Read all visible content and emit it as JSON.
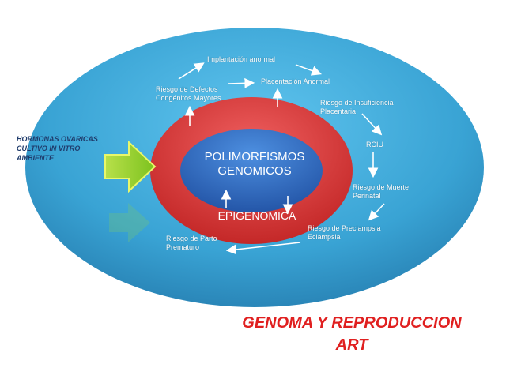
{
  "side_labels": [
    "HORMONAS OVARICAS",
    "CULTIVO IN VITRO",
    "AMBIENTE"
  ],
  "core": {
    "line1": "POLIMORFISMOS",
    "line2": "GENOMICOS"
  },
  "ring_label": "EPIGENOMICA",
  "outcomes": {
    "implantacion": "Implantación anormal",
    "placentacion": "Placentación Anormal",
    "defectos_1": "Riesgo de Defectos",
    "defectos_2": "Congénitos Mayores",
    "insuficiencia_1": "Riesgo de Insuficiencia",
    "insuficiencia_2": "Placentaria",
    "rciu": "RCIU",
    "muerte_1": "Riesgo de Muerte",
    "muerte_2": "Perinatal",
    "preclampsia_1": "Riesgo de Preclampsia",
    "preclampsia_2": "Eclampsia",
    "parto_1": "Riesgo de Parto",
    "parto_2": "Prematuro"
  },
  "title": {
    "line1": "GENOMA Y REPRODUCCION",
    "line2": "ART"
  },
  "colors": {
    "outer_ellipse": "#3aa6d6",
    "red_ring": "#d93a3a",
    "inner_core": "#2f6fc7",
    "green_arrow": "#8fd12a",
    "title_text": "#e02020",
    "side_text": "#1f3b6b"
  }
}
